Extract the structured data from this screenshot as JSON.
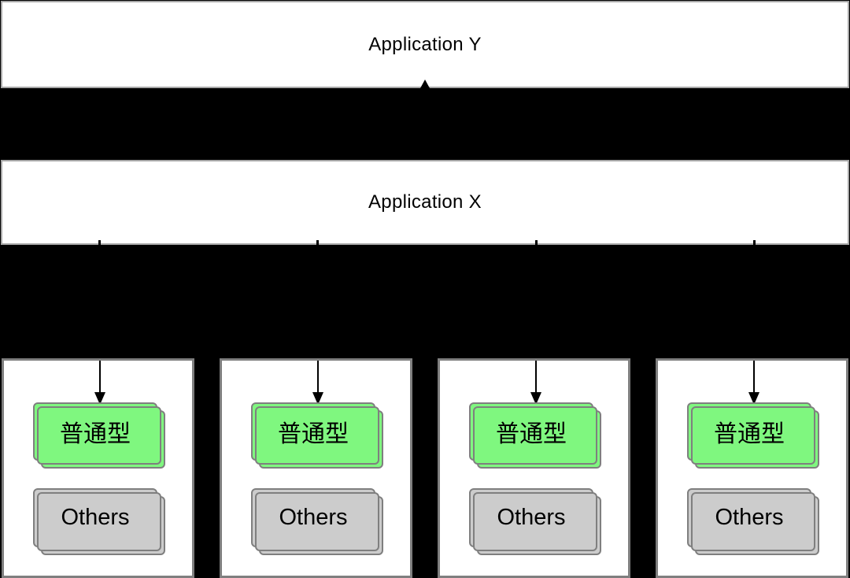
{
  "diagram": {
    "top_box": {
      "label": "Application Y"
    },
    "middle_box": {
      "label": "Application X"
    },
    "groups": [
      {
        "primary_label": "普通型",
        "secondary_label": "Others"
      },
      {
        "primary_label": "普通型",
        "secondary_label": "Others"
      },
      {
        "primary_label": "普通型",
        "secondary_label": "Others"
      },
      {
        "primary_label": "普通型",
        "secondary_label": "Others"
      }
    ],
    "colors": {
      "background": "#000000",
      "box_fill": "#FFFFFF",
      "box_border": "#A6A6A6",
      "panel_border": "#7F7F7F",
      "primary_card_fill": "#7FF77F",
      "secondary_card_fill": "#CCCCCC",
      "card_border": "#7F7F7F",
      "arrow_color": "#000000",
      "text_color": "#000000"
    }
  }
}
